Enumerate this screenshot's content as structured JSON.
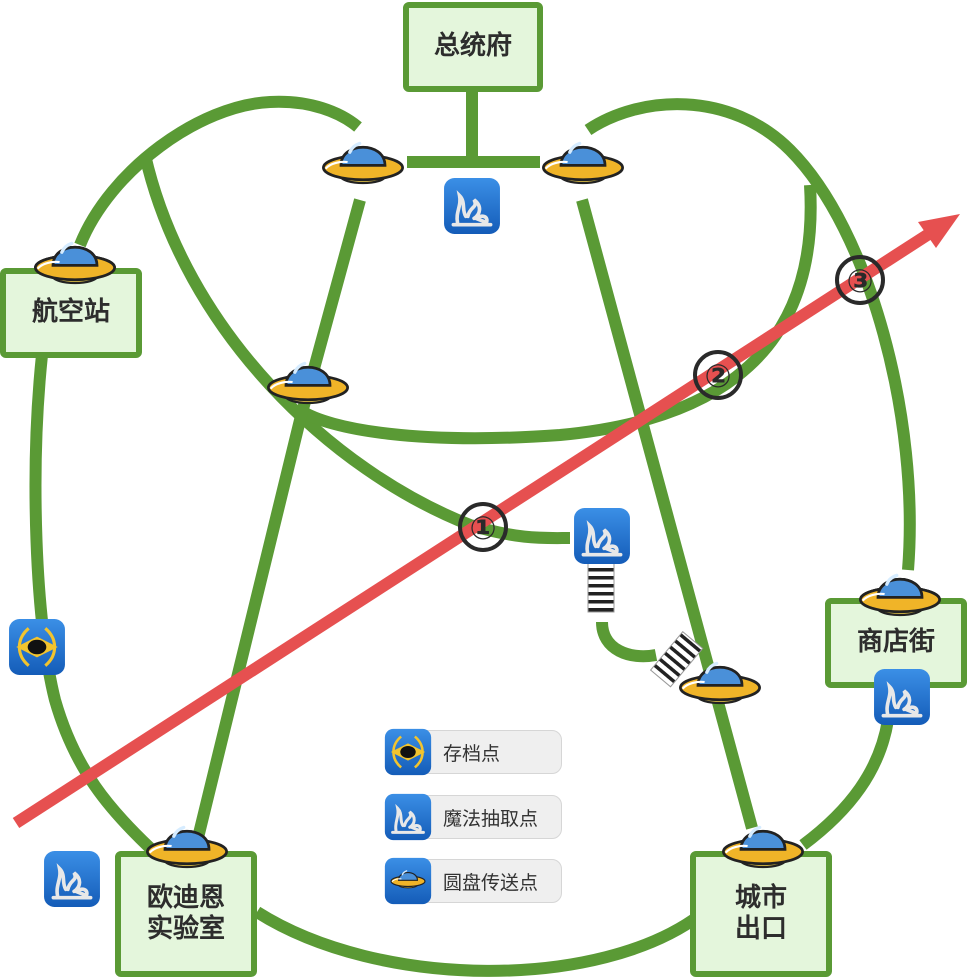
{
  "title": "城市交通路线图",
  "colors": {
    "route_green": "#5a9a35",
    "node_fill": "#e4f6dc",
    "arrow_red": "#e65050",
    "icon_blue": "#1e6fcf",
    "ufo_dome": "#4a90d9",
    "ufo_saucer": "#f0b428"
  },
  "locations": {
    "president_office": "总统府",
    "airport": "航空站",
    "shopping_street": "商店街",
    "odin_lab_line1": "欧迪恩",
    "odin_lab_line2": "实验室",
    "city_exit_line1": "城市",
    "city_exit_line2": "出口"
  },
  "crossing_markers": [
    "①",
    "②",
    "③"
  ],
  "legend": [
    {
      "icon": "save-point-icon",
      "label": "存档点"
    },
    {
      "icon": "magic-extraction-icon",
      "label": "魔法抽取点"
    },
    {
      "icon": "ufo-teleport-icon",
      "label": "圆盘传送点"
    }
  ],
  "icons": {
    "ufo": "ufo-teleport-icon",
    "magic": "magic-extraction-icon",
    "save": "save-point-icon",
    "stairs": "stairs-icon"
  }
}
